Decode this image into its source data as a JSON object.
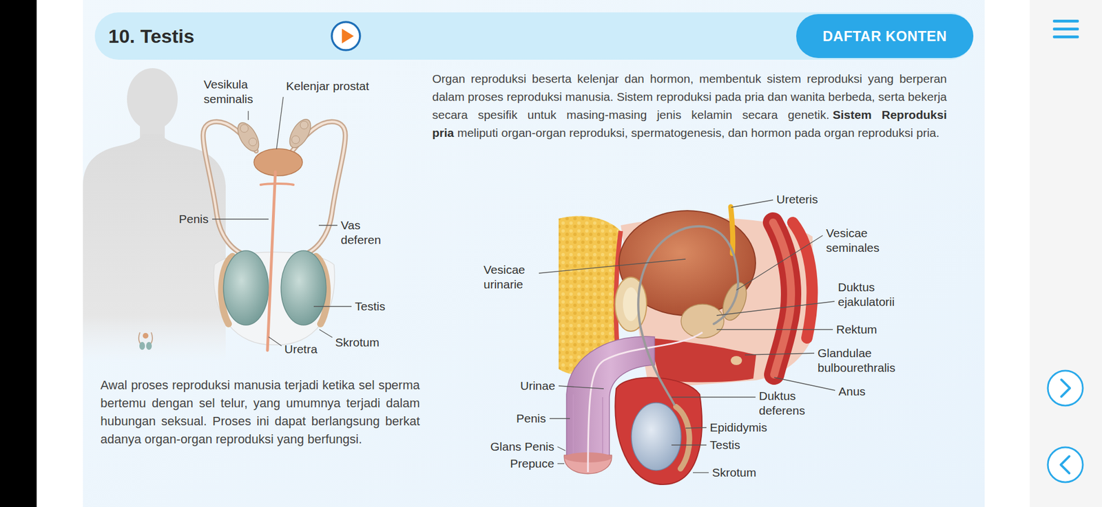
{
  "diagram": {
    "nodes": [
      {
        "text": [
          "10. Testis"
        ]
      },
      {
        "text": [
          "DAFTAR KONTEN"
        ],
        "in": 0
      }
    ],
    "labels": [
      "Vesikula seminalis",
      "Kelenjar prostat",
      "Penis",
      "Vas deferen",
      "Testis",
      "Uretra",
      "Skrotum",
      "Organ reproduksi beserta kelenjar dan hormon, membentuk sistem reproduksi yang berperan dalam proses reproduksi manusia. Sistem reproduksi pada pria dan wanita berbeda, serta bekerja secara spesifik untuk masing-masing jenis kelamin secara genetik.",
      "Sistem Reproduksi pria",
      "meliputi organ-organ reproduksi, spermatogenesis, dan hormon pada organ reproduksi pria.",
      "Awal proses reproduksi manusia terjadi ketika sel sperma bertemu dengan sel telur, yang umumnya terjadi dalam hubungan seksual. Proses ini dapat berlangsung berkat adanya organ-organ reproduksi yang berfungsi.",
      "Ureteris",
      "Vesicae seminales",
      "Vesicae urinarie",
      "Duktus ejakulatorii",
      "Rektum",
      "Glandulae bulbourethralis",
      "Anus",
      "Urinae",
      "Duktus deferens",
      "Penis",
      "Epididymis",
      "Testis",
      "Glans Penis",
      "Prepuce",
      "Skrotum"
    ]
  }
}
